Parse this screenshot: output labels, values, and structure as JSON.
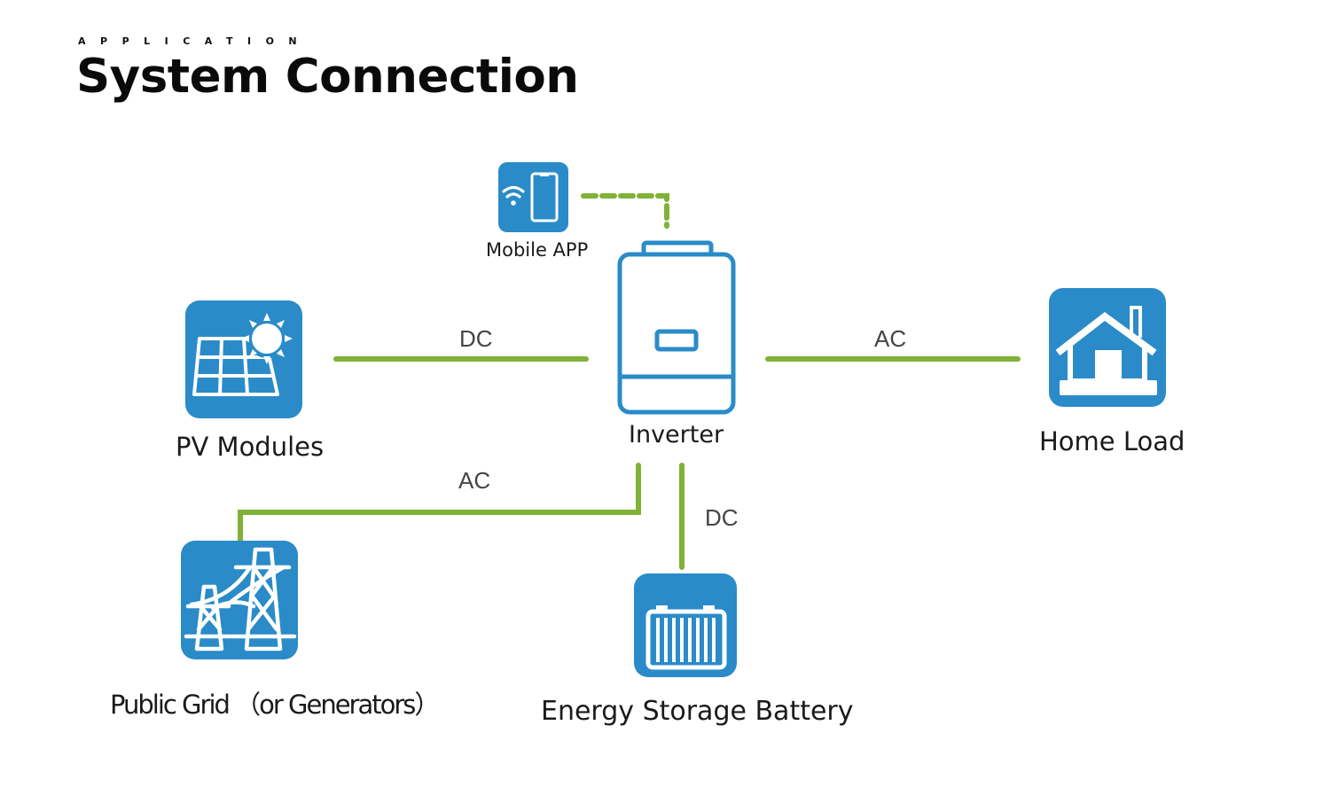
{
  "header": {
    "eyebrow": "APPLICATION",
    "title": "System Connection"
  },
  "colors": {
    "tile_blue": "#2a8bc8",
    "wire_green": "#7fb236",
    "text": "#1a1a1a"
  },
  "nodes": {
    "mobile_app": {
      "label": "Mobile APP",
      "icon": "phone-wifi-icon"
    },
    "inverter": {
      "label": "Inverter",
      "icon": "inverter-icon"
    },
    "pv_modules": {
      "label": "PV Modules",
      "icon": "solar-panel-icon"
    },
    "home_load": {
      "label": "Home Load",
      "icon": "house-icon"
    },
    "public_grid": {
      "label": "Public Grid （or Generators）",
      "icon": "power-tower-icon"
    },
    "battery": {
      "label": "Energy Storage Battery",
      "icon": "battery-icon"
    }
  },
  "connections": [
    {
      "from": "pv_modules",
      "to": "inverter",
      "type": "DC",
      "style": "solid"
    },
    {
      "from": "inverter",
      "to": "home_load",
      "type": "AC",
      "style": "solid"
    },
    {
      "from": "public_grid",
      "to": "inverter",
      "type": "AC",
      "style": "solid"
    },
    {
      "from": "inverter",
      "to": "battery",
      "type": "DC",
      "style": "solid"
    },
    {
      "from": "mobile_app",
      "to": "inverter",
      "type": "",
      "style": "dashed"
    }
  ]
}
